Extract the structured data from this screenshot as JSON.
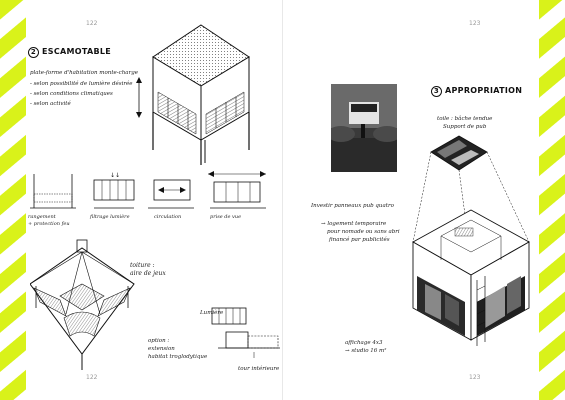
{
  "left_page": {
    "page_number_top": "122",
    "page_number_bottom": "122",
    "section": {
      "number": "2",
      "title": "ESCAMOTABLE"
    },
    "notes": [
      "plate-forme d'habitation monte-charge",
      "- selon possibilité de lumière désirée",
      "- selon conditions climatiques",
      "- selon activité"
    ],
    "strip_labels": {
      "rangement": "rangement",
      "protection": "+ protection feu",
      "filtrage": "filtrage lumière",
      "circulation": "circulation",
      "prise": "prise de vue"
    },
    "roof_label": {
      "line1": "toiture :",
      "line2": "aire de jeux"
    },
    "lumiere": "Lumière",
    "option": {
      "line1": "option :",
      "line2": "extension",
      "line3": "habitat troglodytique"
    },
    "tour": "tour intérieure"
  },
  "right_page": {
    "page_number_top": "123",
    "page_number_bottom": "123",
    "section": {
      "number": "3",
      "title": "APPROPRIATION"
    },
    "toile": {
      "line1": "toile : bâche tendue",
      "line2": "Support de pub"
    },
    "panneaux": "Investir panneaux pub quatro",
    "logement": {
      "line1": "→ logement temporaire",
      "line2": "pour nomade ou sans abri",
      "line3": "financé par publicités"
    },
    "affichage": {
      "line1": "affichage 4x3",
      "line2": "→ studio 16 m²"
    }
  },
  "colors": {
    "accent": "#d9f21a",
    "ink": "#222222"
  }
}
